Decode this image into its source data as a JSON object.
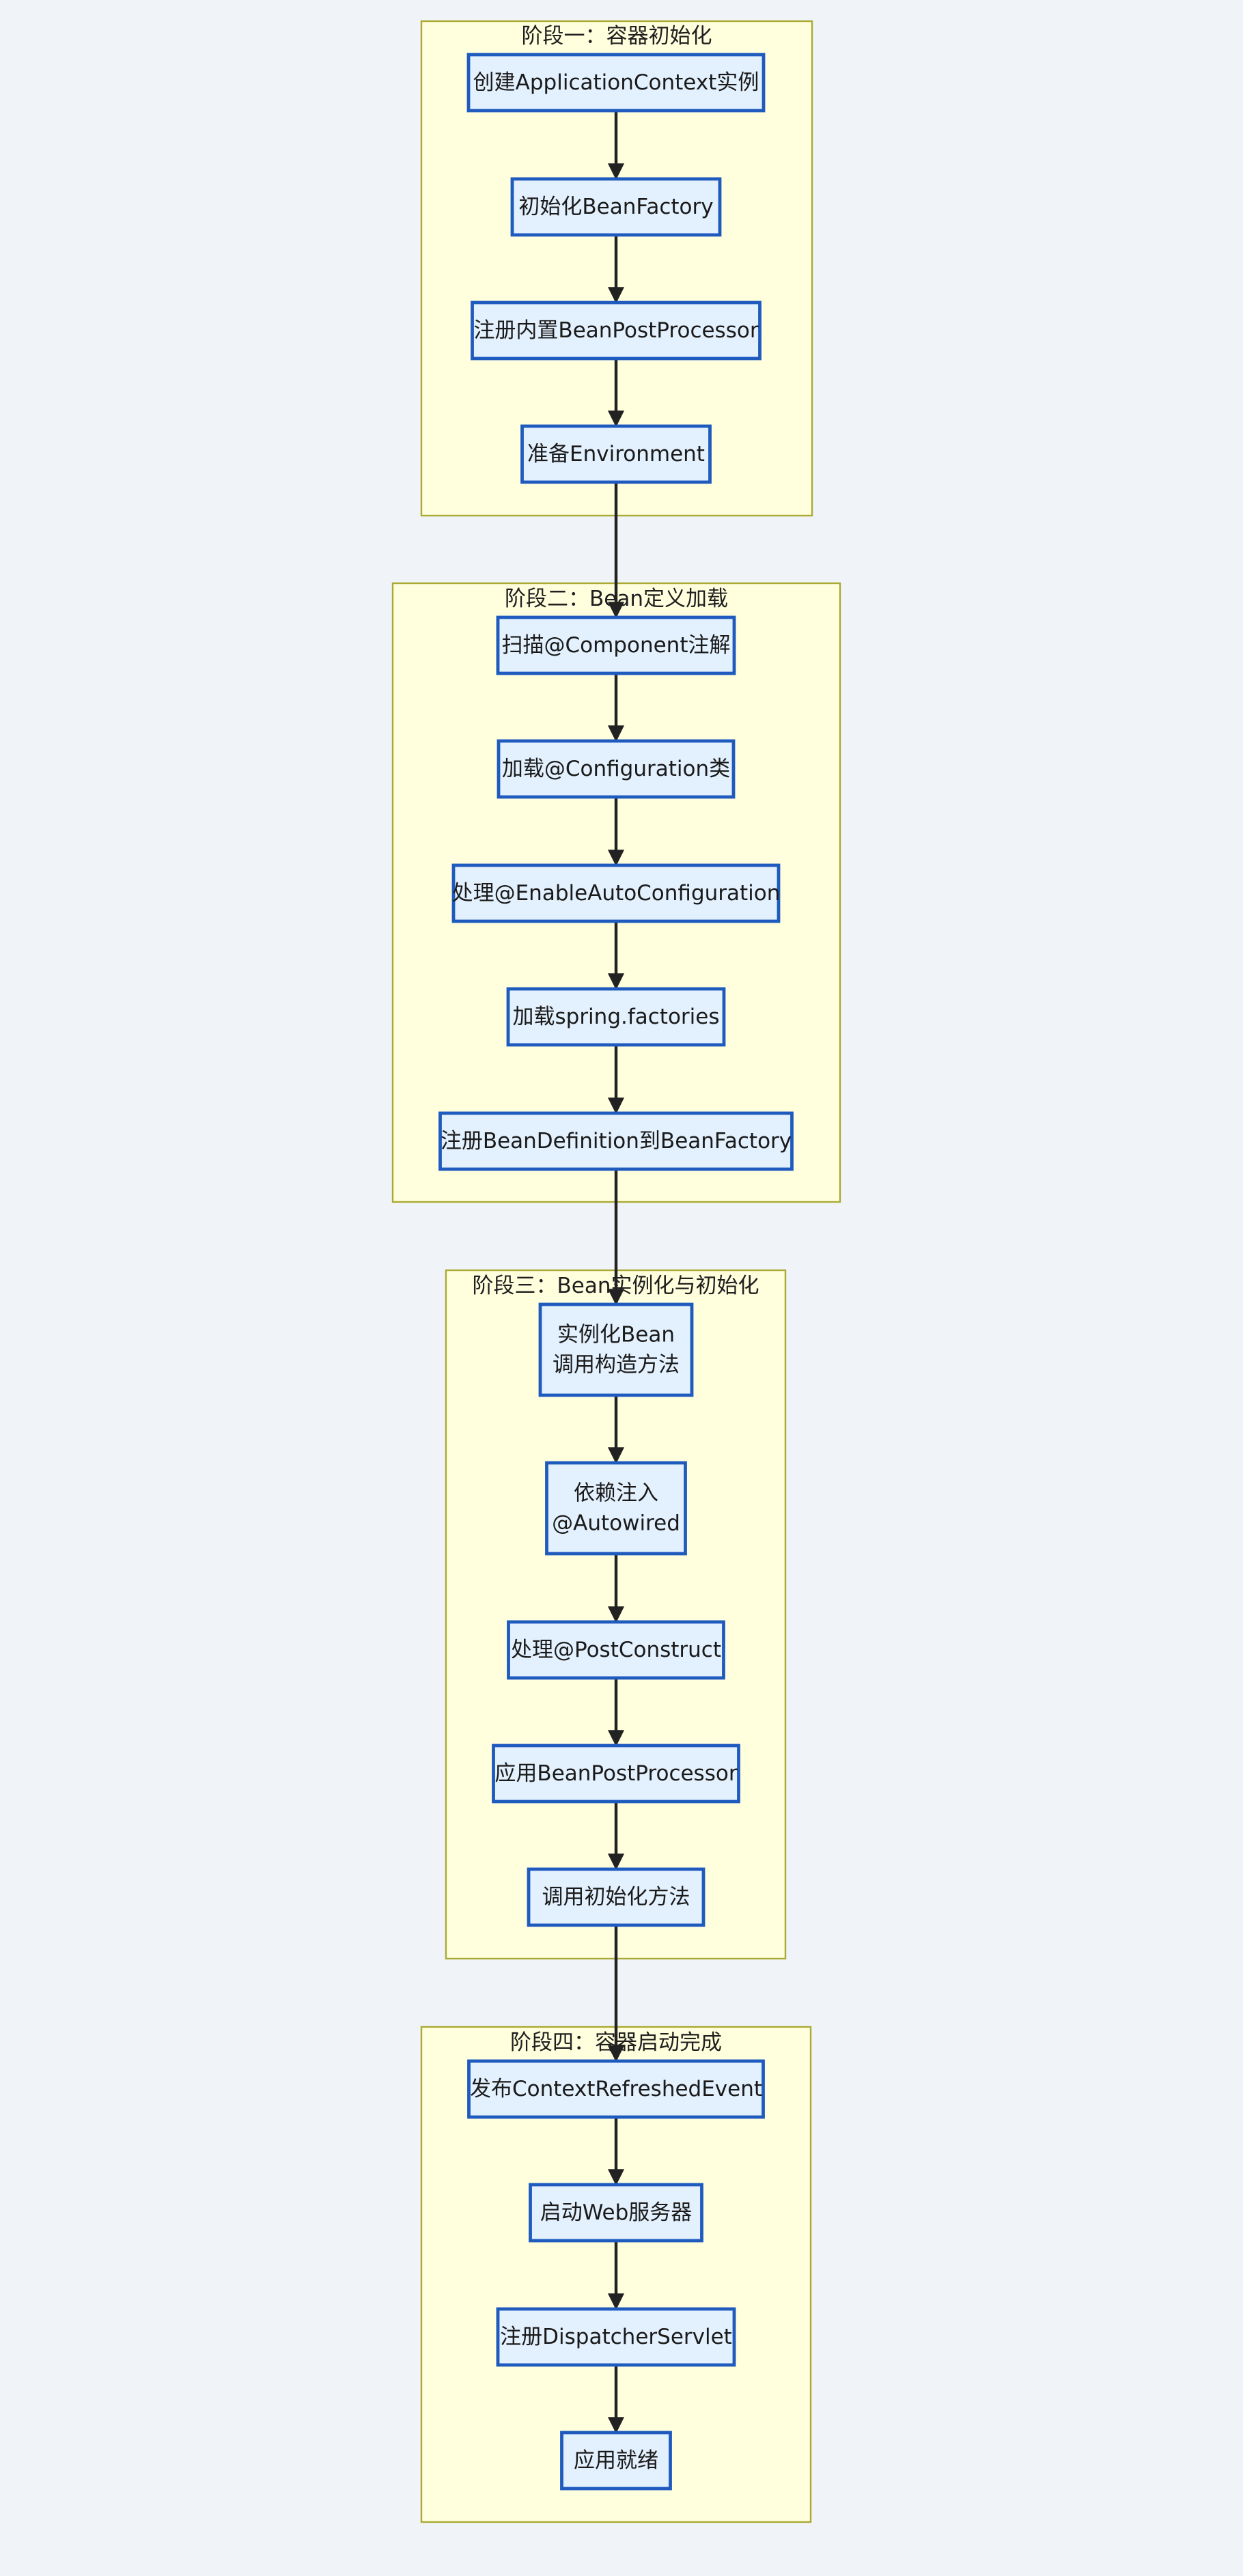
{
  "clusters": [
    {
      "id": "stage1",
      "title": "阶段一：容器初始化",
      "nodes": [
        {
          "id": "n1",
          "lines": [
            "创建ApplicationContext实例"
          ]
        },
        {
          "id": "n2",
          "lines": [
            "初始化BeanFactory"
          ]
        },
        {
          "id": "n3",
          "lines": [
            "注册内置BeanPostProcessor"
          ]
        },
        {
          "id": "n4",
          "lines": [
            "准备Environment"
          ]
        }
      ]
    },
    {
      "id": "stage2",
      "title": "阶段二：Bean定义加载",
      "nodes": [
        {
          "id": "n5",
          "lines": [
            "扫描@Component注解"
          ]
        },
        {
          "id": "n6",
          "lines": [
            "加载@Configuration类"
          ]
        },
        {
          "id": "n7",
          "lines": [
            "处理@EnableAutoConfiguration"
          ]
        },
        {
          "id": "n8",
          "lines": [
            "加载spring.factories"
          ]
        },
        {
          "id": "n9",
          "lines": [
            "注册BeanDefinition到BeanFactory"
          ]
        }
      ]
    },
    {
      "id": "stage3",
      "title": "阶段三：Bean实例化与初始化",
      "nodes": [
        {
          "id": "n10",
          "lines": [
            "实例化Bean",
            "调用构造方法"
          ]
        },
        {
          "id": "n11",
          "lines": [
            "依赖注入",
            "@Autowired"
          ]
        },
        {
          "id": "n12",
          "lines": [
            "处理@PostConstruct"
          ]
        },
        {
          "id": "n13",
          "lines": [
            "应用BeanPostProcessor"
          ]
        },
        {
          "id": "n14",
          "lines": [
            "调用初始化方法"
          ]
        }
      ]
    },
    {
      "id": "stage4",
      "title": "阶段四：容器启动完成",
      "nodes": [
        {
          "id": "n15",
          "lines": [
            "发布ContextRefreshedEvent"
          ]
        },
        {
          "id": "n16",
          "lines": [
            "启动Web服务器"
          ]
        },
        {
          "id": "n17",
          "lines": [
            "注册DispatcherServlet"
          ]
        },
        {
          "id": "n18",
          "lines": [
            "应用就绪"
          ]
        }
      ]
    }
  ],
  "edges": [
    [
      "n1",
      "n2"
    ],
    [
      "n2",
      "n3"
    ],
    [
      "n3",
      "n4"
    ],
    [
      "n4",
      "n5"
    ],
    [
      "n5",
      "n6"
    ],
    [
      "n6",
      "n7"
    ],
    [
      "n7",
      "n8"
    ],
    [
      "n8",
      "n9"
    ],
    [
      "n9",
      "n10"
    ],
    [
      "n10",
      "n11"
    ],
    [
      "n11",
      "n12"
    ],
    [
      "n12",
      "n13"
    ],
    [
      "n13",
      "n14"
    ],
    [
      "n14",
      "n15"
    ],
    [
      "n15",
      "n16"
    ],
    [
      "n16",
      "n17"
    ],
    [
      "n17",
      "n18"
    ]
  ],
  "colors": {
    "background": "#f0f4f8",
    "cluster_fill": "#ffffde",
    "cluster_stroke": "#aaaa33",
    "node_fill": "#e3f0fd",
    "node_stroke": "#1f5bbf",
    "edge": "#222222"
  }
}
